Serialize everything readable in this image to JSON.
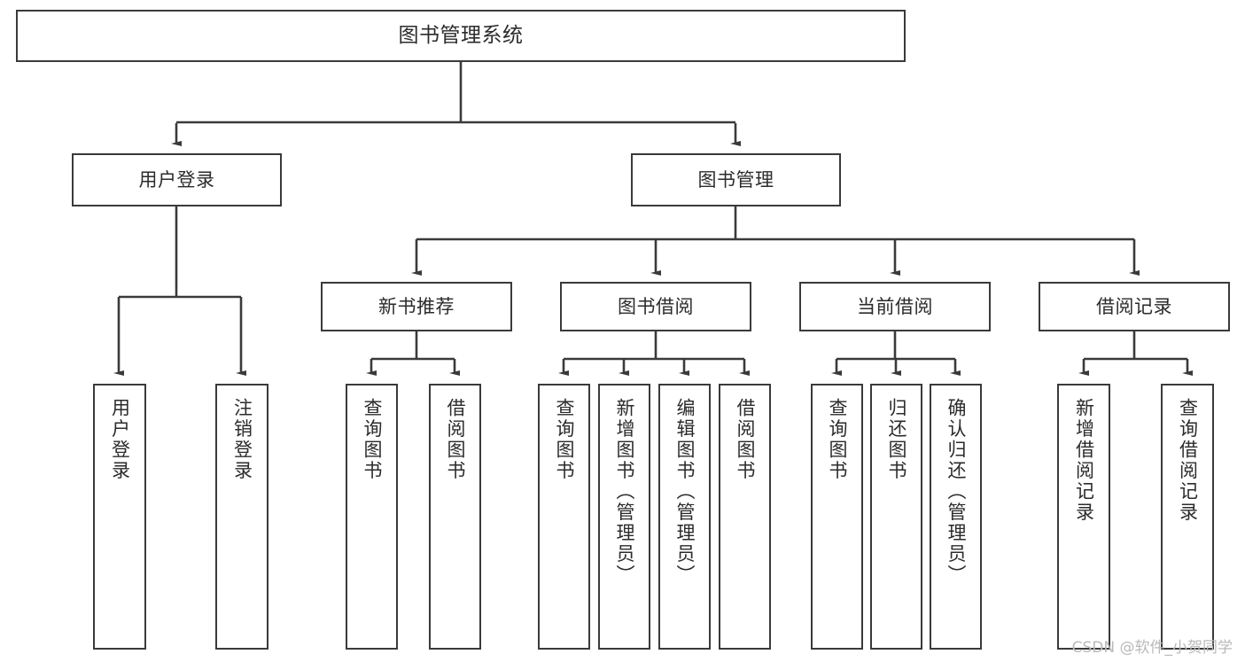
{
  "diagram": {
    "title": "图书管理系统",
    "type": "tree",
    "watermark": "CSDN @软件_小贺同学",
    "colors": {
      "box_border": "#3a3a3a",
      "box_fill": "#ffffff",
      "edge": "#3a3a3a",
      "text": "#2b2b2b",
      "watermark": "#b9b9b9",
      "background": "#ffffff"
    },
    "nodes": {
      "root": {
        "label": "图书管理系统",
        "orientation": "horizontal",
        "level": 0
      },
      "user_login": {
        "label": "用户登录",
        "orientation": "horizontal",
        "level": 1
      },
      "book_manage": {
        "label": "图书管理",
        "orientation": "horizontal",
        "level": 1
      },
      "new_book_rec": {
        "label": "新书推荐",
        "orientation": "horizontal",
        "level": 2
      },
      "book_borrow": {
        "label": "图书借阅",
        "orientation": "horizontal",
        "level": 2
      },
      "current_borrow": {
        "label": "当前借阅",
        "orientation": "horizontal",
        "level": 2
      },
      "borrow_record": {
        "label": "借阅记录",
        "orientation": "horizontal",
        "level": 2
      },
      "leaf_user_login": {
        "label": "用户登录",
        "orientation": "vertical",
        "level": 2
      },
      "leaf_logout": {
        "label": "注销登录",
        "orientation": "vertical",
        "level": 2
      },
      "leaf_query_book_1": {
        "label": "查询图书",
        "orientation": "vertical",
        "level": 3
      },
      "leaf_borrow_book_1": {
        "label": "借阅图书",
        "orientation": "vertical",
        "level": 3
      },
      "leaf_query_book_2": {
        "label": "查询图书",
        "orientation": "vertical",
        "level": 3
      },
      "leaf_add_book": {
        "label": "新增图书（管理员）",
        "orientation": "vertical",
        "level": 3
      },
      "leaf_edit_book": {
        "label": "编辑图书（管理员）",
        "orientation": "vertical",
        "level": 3
      },
      "leaf_borrow_book_2": {
        "label": "借阅图书",
        "orientation": "vertical",
        "level": 3
      },
      "leaf_query_book_3": {
        "label": "查询图书",
        "orientation": "vertical",
        "level": 3
      },
      "leaf_return_book": {
        "label": "归还图书",
        "orientation": "vertical",
        "level": 3
      },
      "leaf_confirm_return": {
        "label": "确认归还（管理员）",
        "orientation": "vertical",
        "level": 3
      },
      "leaf_add_record": {
        "label": "新增借阅记录",
        "orientation": "vertical",
        "level": 3
      },
      "leaf_query_record": {
        "label": "查询借阅记录",
        "orientation": "vertical",
        "level": 3
      }
    },
    "hierarchy": {
      "图书管理系统": {
        "用户登录": [
          "用户登录",
          "注销登录"
        ],
        "图书管理": {
          "新书推荐": [
            "查询图书",
            "借阅图书"
          ],
          "图书借阅": [
            "查询图书",
            "新增图书（管理员）",
            "编辑图书（管理员）",
            "借阅图书"
          ],
          "当前借阅": [
            "查询图书",
            "归还图书",
            "确认归还（管理员）"
          ],
          "借阅记录": [
            "新增借阅记录",
            "查询借阅记录"
          ]
        }
      }
    }
  }
}
